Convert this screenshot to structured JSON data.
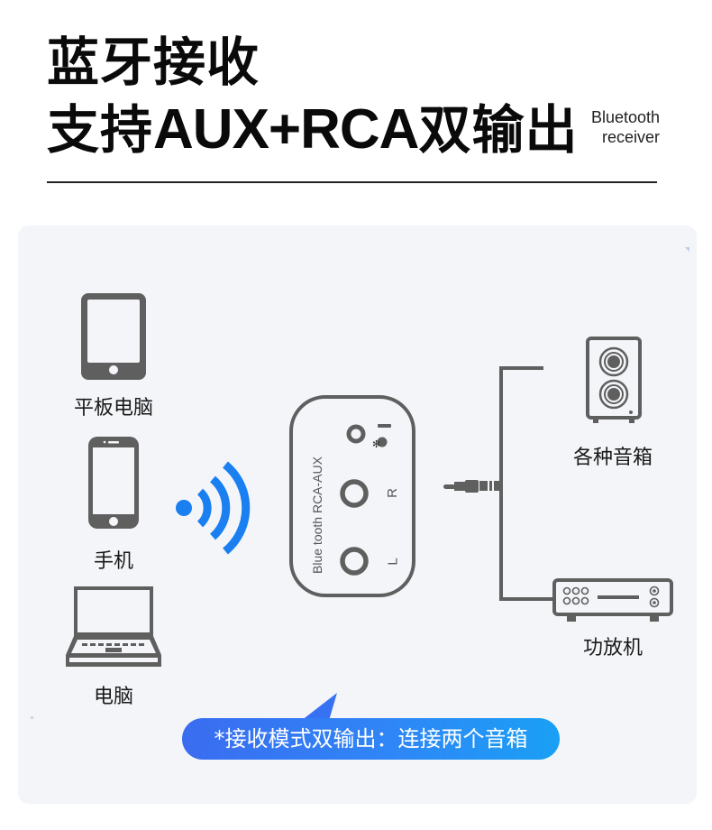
{
  "header": {
    "title_line1": "蓝牙接收",
    "title_line2_prefix": "支持",
    "title_line2_latin": "AUX+RCA",
    "title_line2_suffix": "双输出",
    "subtitle_line1": "Bluetooth",
    "subtitle_line2": "receiver"
  },
  "sources": [
    {
      "label": "平板电脑",
      "icon": "tablet-icon"
    },
    {
      "label": "手机",
      "icon": "phone-icon"
    },
    {
      "label": "电脑",
      "icon": "laptop-icon"
    }
  ],
  "signal": {
    "icon": "wireless-signal-icon",
    "color": "#1a7ff0"
  },
  "receiver": {
    "model_text": "Blue tooth RCA-AUX",
    "right_port_label": "R",
    "left_port_label": "L",
    "bluetooth_symbol": "✻"
  },
  "outputs": [
    {
      "label": "各种音箱",
      "icon": "speaker-icon"
    },
    {
      "label": "功放机",
      "icon": "amplifier-icon"
    }
  ],
  "callout": {
    "text": "*接收模式双输出：连接两个音箱",
    "gradient_start": "#3a6cf0",
    "gradient_end": "#1aa0f5"
  },
  "colors": {
    "icon_gray": "#5f5f5f",
    "panel_bg": "#f3f5f8",
    "accent_blue": "#1a7ff0"
  }
}
